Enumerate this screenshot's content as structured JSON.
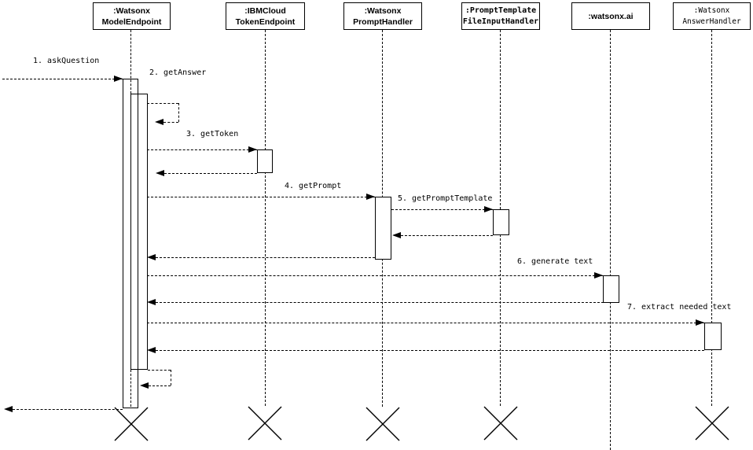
{
  "diagram_type": "uml-sequence-diagram",
  "colors": {
    "background": "#ffffff",
    "line": "#000000",
    "text": "#000000"
  },
  "participants": [
    {
      "id": "watsonx-model-endpoint",
      "lines": [
        ":Watsonx",
        "ModelEndpoint"
      ]
    },
    {
      "id": "ibmcloud-token-endpoint",
      "lines": [
        ":IBMCloud",
        "TokenEndpoint"
      ]
    },
    {
      "id": "watsonx-prompt-handler",
      "lines": [
        ":Watsonx",
        "PromptHandler"
      ]
    },
    {
      "id": "prompt-template-file-handler",
      "lines": [
        ":PromptTemplate",
        "FileInputHandler"
      ]
    },
    {
      "id": "watsonx-ai",
      "lines": [
        ":watsonx.ai"
      ]
    },
    {
      "id": "watsonx-answer-handler",
      "lines": [
        ":Watsonx",
        "AnswerHandler"
      ]
    }
  ],
  "messages": [
    {
      "label": "1. askQuestion"
    },
    {
      "label": "2. getAnswer"
    },
    {
      "label": "3. getToken"
    },
    {
      "label": "4. getPrompt"
    },
    {
      "label": "5. getPromptTemplate"
    },
    {
      "label": "6. generate text"
    },
    {
      "label": "7. extract needed text"
    }
  ],
  "icons": {
    "destruction_cross": "x-cross (object destruction marker)",
    "arrowhead": "filled black triangle on dashed message lines"
  }
}
